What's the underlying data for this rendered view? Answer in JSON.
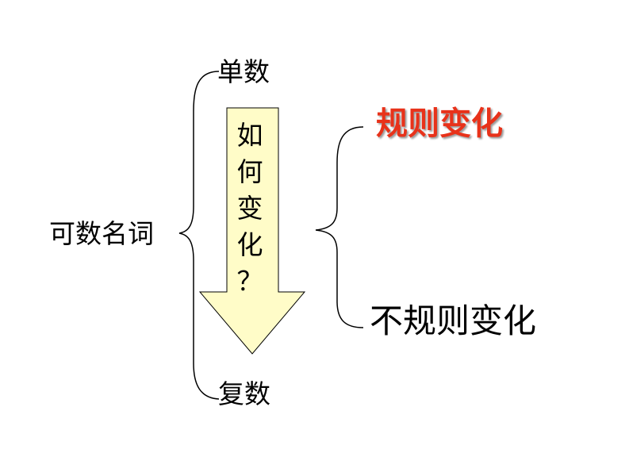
{
  "main_term": "可数名词",
  "singular": "单数",
  "plural": "复数",
  "question": [
    "如",
    "何",
    "变",
    "化",
    "？"
  ],
  "regular": "规则变化",
  "irregular": "不规则变化",
  "colors": {
    "arrow_fill": "#fffcc8",
    "regular_text": "#e8321a"
  }
}
